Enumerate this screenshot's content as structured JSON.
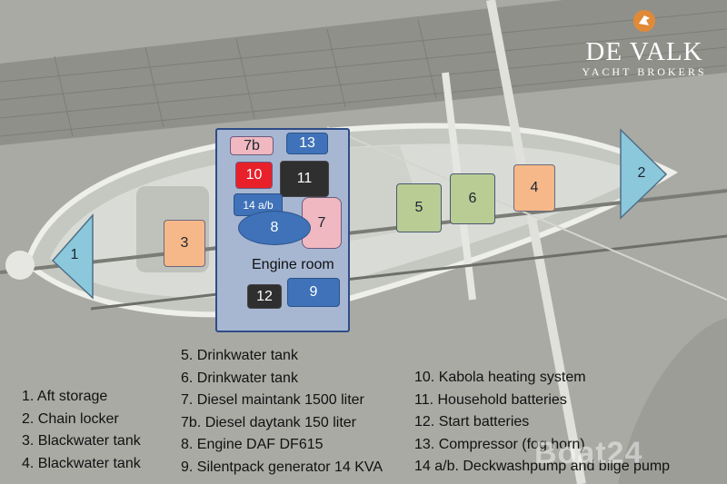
{
  "logo": {
    "name": "DE VALK",
    "subtitle": "YACHT BROKERS"
  },
  "watermark": "Boat24",
  "labels": {
    "n1": "1",
    "n2": "2",
    "n3": "3",
    "n4": "4",
    "n5": "5",
    "n6": "6",
    "n7": "7",
    "n7b": "7b",
    "n8": "8",
    "n9": "9",
    "n10": "10",
    "n11": "11",
    "n12": "12",
    "n13": "13",
    "n14ab": "14 a/b",
    "engine_room": "Engine room"
  },
  "legend": {
    "col1": [
      "1.  Aft storage",
      "2.  Chain locker",
      "3.  Blackwater tank",
      "4.  Blackwater tank"
    ],
    "col2": [
      "5. Drinkwater tank",
      "6. Drinkwater tank",
      "7. Diesel maintank 1500 liter",
      "7b. Diesel daytank 150 liter",
      "8. Engine DAF DF615",
      "9. Silentpack generator 14 KVA"
    ],
    "col3": [
      "10. Kabola heating system",
      "11. Household batteries",
      "12. Start batteries",
      "13. Compressor (fog horn)",
      "14 a/b. Deckwashpump and bilge pump"
    ]
  },
  "colors": {
    "background": "#a9aaa4",
    "deck": "#d9dcd6",
    "engine_room_fill": "#a7b7d2",
    "engine_room_border": "#2f4c86",
    "blue": "#3f72b8",
    "dark": "#2f2f2f",
    "red": "#e8202a",
    "pink": "#f0b8c0",
    "green": "#b9cc94",
    "orange": "#f6b888",
    "triangle": "#8cc8dc"
  }
}
